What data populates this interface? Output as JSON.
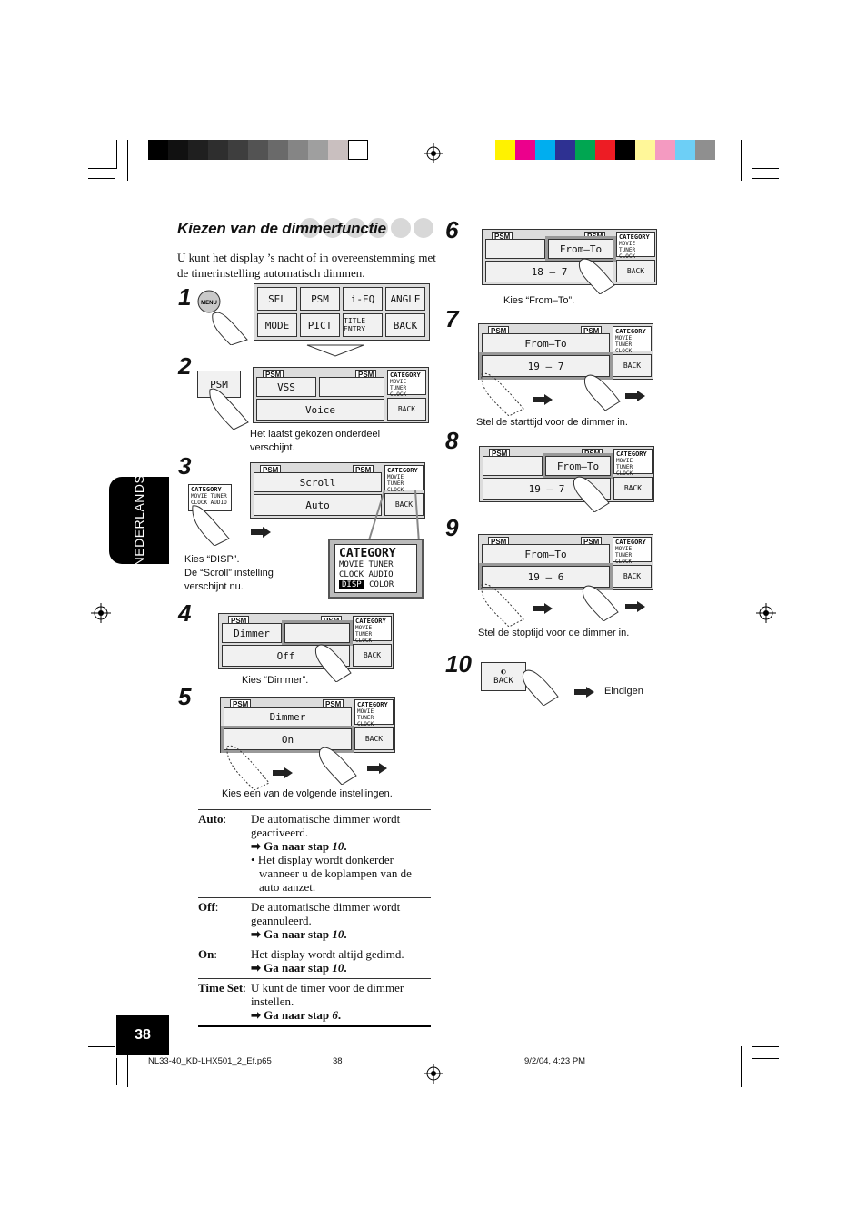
{
  "heading": "Kiezen van de dimmerfunctie",
  "intro": "U kunt het display ’s nacht of in overeenstemming met de timerinstelling automatisch dimmen.",
  "side_tab": "NEDERLANDS",
  "page_number": "38",
  "steps": [
    {
      "num": "1",
      "caption": ""
    },
    {
      "num": "2",
      "caption": "Het laatst gekozen onderdeel verschijnt."
    },
    {
      "num": "3",
      "caption_lines": [
        "Kies “DISP”.",
        "De “Scroll” instelling",
        "verschijnt nu."
      ]
    },
    {
      "num": "4",
      "caption": "Kies “Dimmer”."
    },
    {
      "num": "5",
      "caption": "Kies een van de volgende instellingen."
    },
    {
      "num": "6",
      "caption": "Kies “From–To”."
    },
    {
      "num": "7",
      "caption": "Stel de starttijd voor de dimmer in."
    },
    {
      "num": "8",
      "caption": ""
    },
    {
      "num": "9",
      "caption": "Stel de stoptijd voor de dimmer in."
    },
    {
      "num": "10",
      "caption": "Eindigen"
    }
  ],
  "menu_buttons": [
    "SEL",
    "PSM",
    "i-EQ",
    "ANGLE",
    "MODE",
    "PICT",
    "TITLE ENTRY",
    "BACK"
  ],
  "menu_label": "MENU",
  "psm_label": "PSM",
  "back_label": "BACK",
  "category": {
    "title": "CATEGORY",
    "row1": "MOVIE TUNER",
    "row2": "CLOCK AUDIO",
    "disp": "DISP",
    "color": "COLOR"
  },
  "screens": {
    "s2": {
      "top": "VSS",
      "bottom": "Voice"
    },
    "s3": {
      "top": "Scroll",
      "bottom": "Auto"
    },
    "s4": {
      "top": "Dimmer",
      "bottom": "Off"
    },
    "s5": {
      "top": "Dimmer",
      "bottom": "On"
    },
    "s6": {
      "top": "From–To",
      "from": "18",
      "to": "7"
    },
    "s7": {
      "top": "From–To",
      "from": "19",
      "to": "7"
    },
    "s8": {
      "top": "From–To",
      "from": "19",
      "to": "7"
    },
    "s9": {
      "top": "From–To",
      "from": "19",
      "to": "6"
    }
  },
  "options": [
    {
      "term": "Auto",
      "lines": [
        "De automatische dimmer wordt geactiveerd."
      ],
      "goto_prefix": "Ga naar stap",
      "goto_step": "10",
      "bullet": "Het display wordt donkerder wanneer u de koplampen van de auto aanzet."
    },
    {
      "term": "Off",
      "lines": [
        "De automatische dimmer wordt geannuleerd."
      ],
      "goto_prefix": "Ga naar stap",
      "goto_step": "10"
    },
    {
      "term": "On",
      "lines": [
        "Het display wordt altijd gedimd."
      ],
      "goto_prefix": "Ga naar stap",
      "goto_step": "10"
    },
    {
      "term": "Time Set",
      "lines": [
        "U kunt de timer voor de dimmer instellen."
      ],
      "goto_prefix": "Ga naar stap",
      "goto_step": "6"
    }
  ],
  "footer": {
    "file": "NL33-40_KD-LHX501_2_Ef.p65",
    "page": "38",
    "date": "9/2/04, 4:23 PM"
  },
  "colors": {
    "gray_bar": [
      "#000000",
      "#111111",
      "#1f1f1f",
      "#2e2e2e",
      "#3e3e3e",
      "#535353",
      "#6a6a6a",
      "#858585",
      "#9f9f9f",
      "#c9bfbf",
      "#ffffff"
    ],
    "color_bar": [
      "#fff200",
      "#ec008c",
      "#00aeef",
      "#2e3192",
      "#00a651",
      "#ed1c24",
      "#000000",
      "#fff799",
      "#f49ac1",
      "#6dcff6",
      "#8f8f8f"
    ]
  }
}
